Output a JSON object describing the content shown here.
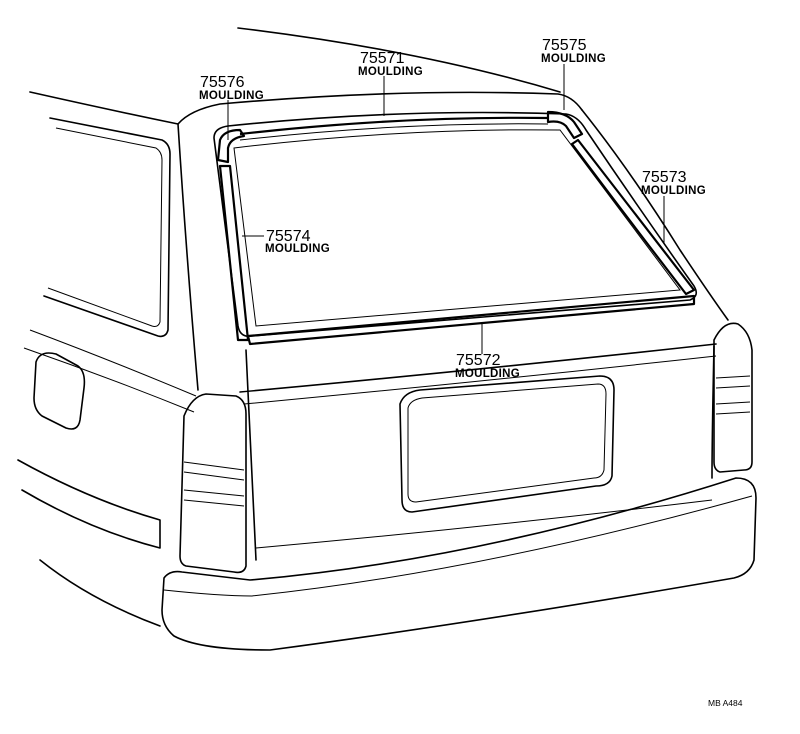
{
  "callouts": [
    {
      "id": "75571",
      "part_number": "75571",
      "name": "MOULDING"
    },
    {
      "id": "75575",
      "part_number": "75575",
      "name": "MOULDING"
    },
    {
      "id": "75576",
      "part_number": "75576",
      "name": "MOULDING"
    },
    {
      "id": "75573",
      "part_number": "75573",
      "name": "MOULDING"
    },
    {
      "id": "75574",
      "part_number": "75574",
      "name": "MOULDING"
    },
    {
      "id": "75572",
      "part_number": "75572",
      "name": "MOULDING"
    }
  ],
  "reference_code": "MB A484",
  "colors": {
    "line": "#000000",
    "background": "#ffffff"
  }
}
